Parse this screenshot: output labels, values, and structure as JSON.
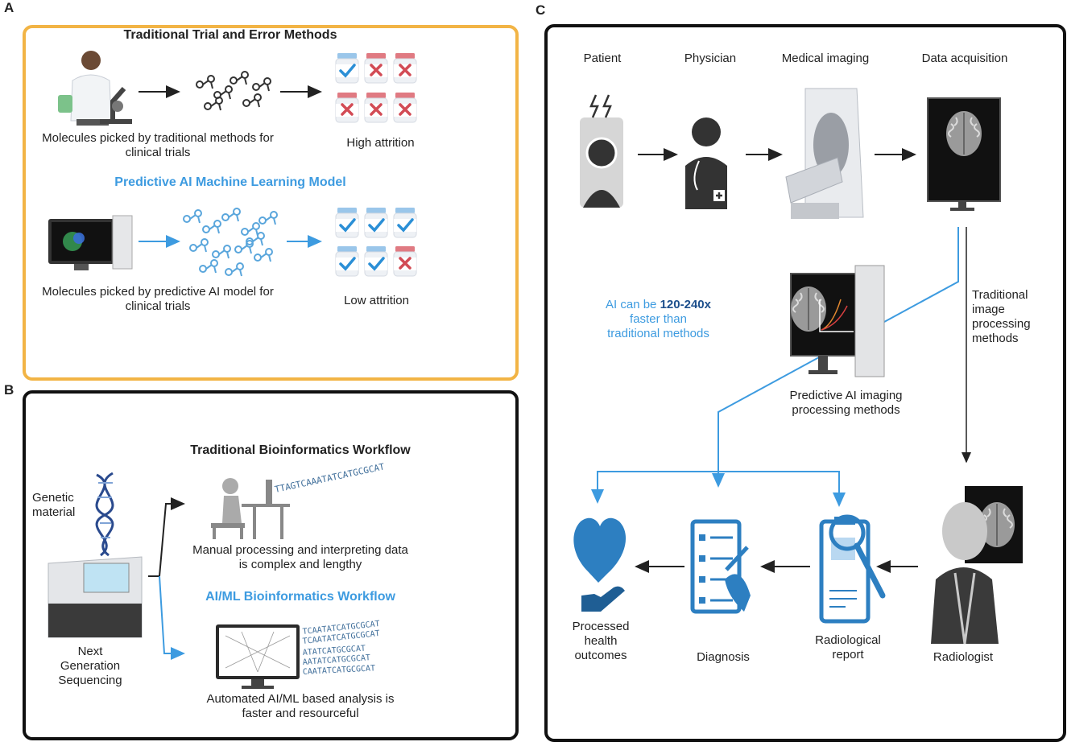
{
  "panels": {
    "a": {
      "letter": "A",
      "title_traditional": "Traditional Trial and Error Methods",
      "traditional_caption": "Molecules picked by traditional methods for clinical trials",
      "high_attrition": "High attrition",
      "title_ai": "Predictive AI Machine Learning Model",
      "ai_caption": "Molecules picked by predictive AI model for clinical trials",
      "low_attrition": "Low attrition",
      "border_color": "#f2b445"
    },
    "b": {
      "letter": "B",
      "genetic_material": "Genetic material",
      "ngs": "Next Generation Sequencing",
      "title_traditional": "Traditional Bioinformatics Workflow",
      "manual_caption": "Manual processing and interpreting data is complex and lengthy",
      "title_ai": "AI/ML Bioinformatics Workflow",
      "automated_caption": "Automated AI/ML based analysis is faster and resourceful",
      "sequence": "TTAGTCAAATATCATGCGCAT",
      "ai_sequences": [
        "TCAATATCATGCGCAT",
        "TCAATATCATGCGCAT",
        "ATATCATGCGCAT",
        "AATATCATGCGCAT",
        "CAATATCATGCGCAT"
      ]
    },
    "c": {
      "letter": "C",
      "patient": "Patient",
      "physician": "Physician",
      "medical_imaging": "Medical imaging",
      "data_acquisition": "Data acquisition",
      "ai_speed_prefix": "AI can be",
      "ai_speed_value": "120-240x",
      "ai_speed_suffix1": "faster than",
      "ai_speed_suffix2": "traditional methods",
      "predictive_ai": "Predictive AI imaging processing methods",
      "traditional_image": "Traditional image processing methods",
      "processed_outcomes": "Processed health outcomes",
      "diagnosis": "Diagnosis",
      "radiological_report": "Radiological report",
      "radiologist": "Radiologist"
    }
  },
  "colors": {
    "accent_blue": "#3d9be0",
    "dark": "#222222",
    "icon_blue": "#2d7fc1",
    "check_blue": "#2b8fd6",
    "cross_red": "#d24b55",
    "bottle_red": "#e07a82",
    "bottle_blue": "#9ac6ea"
  }
}
